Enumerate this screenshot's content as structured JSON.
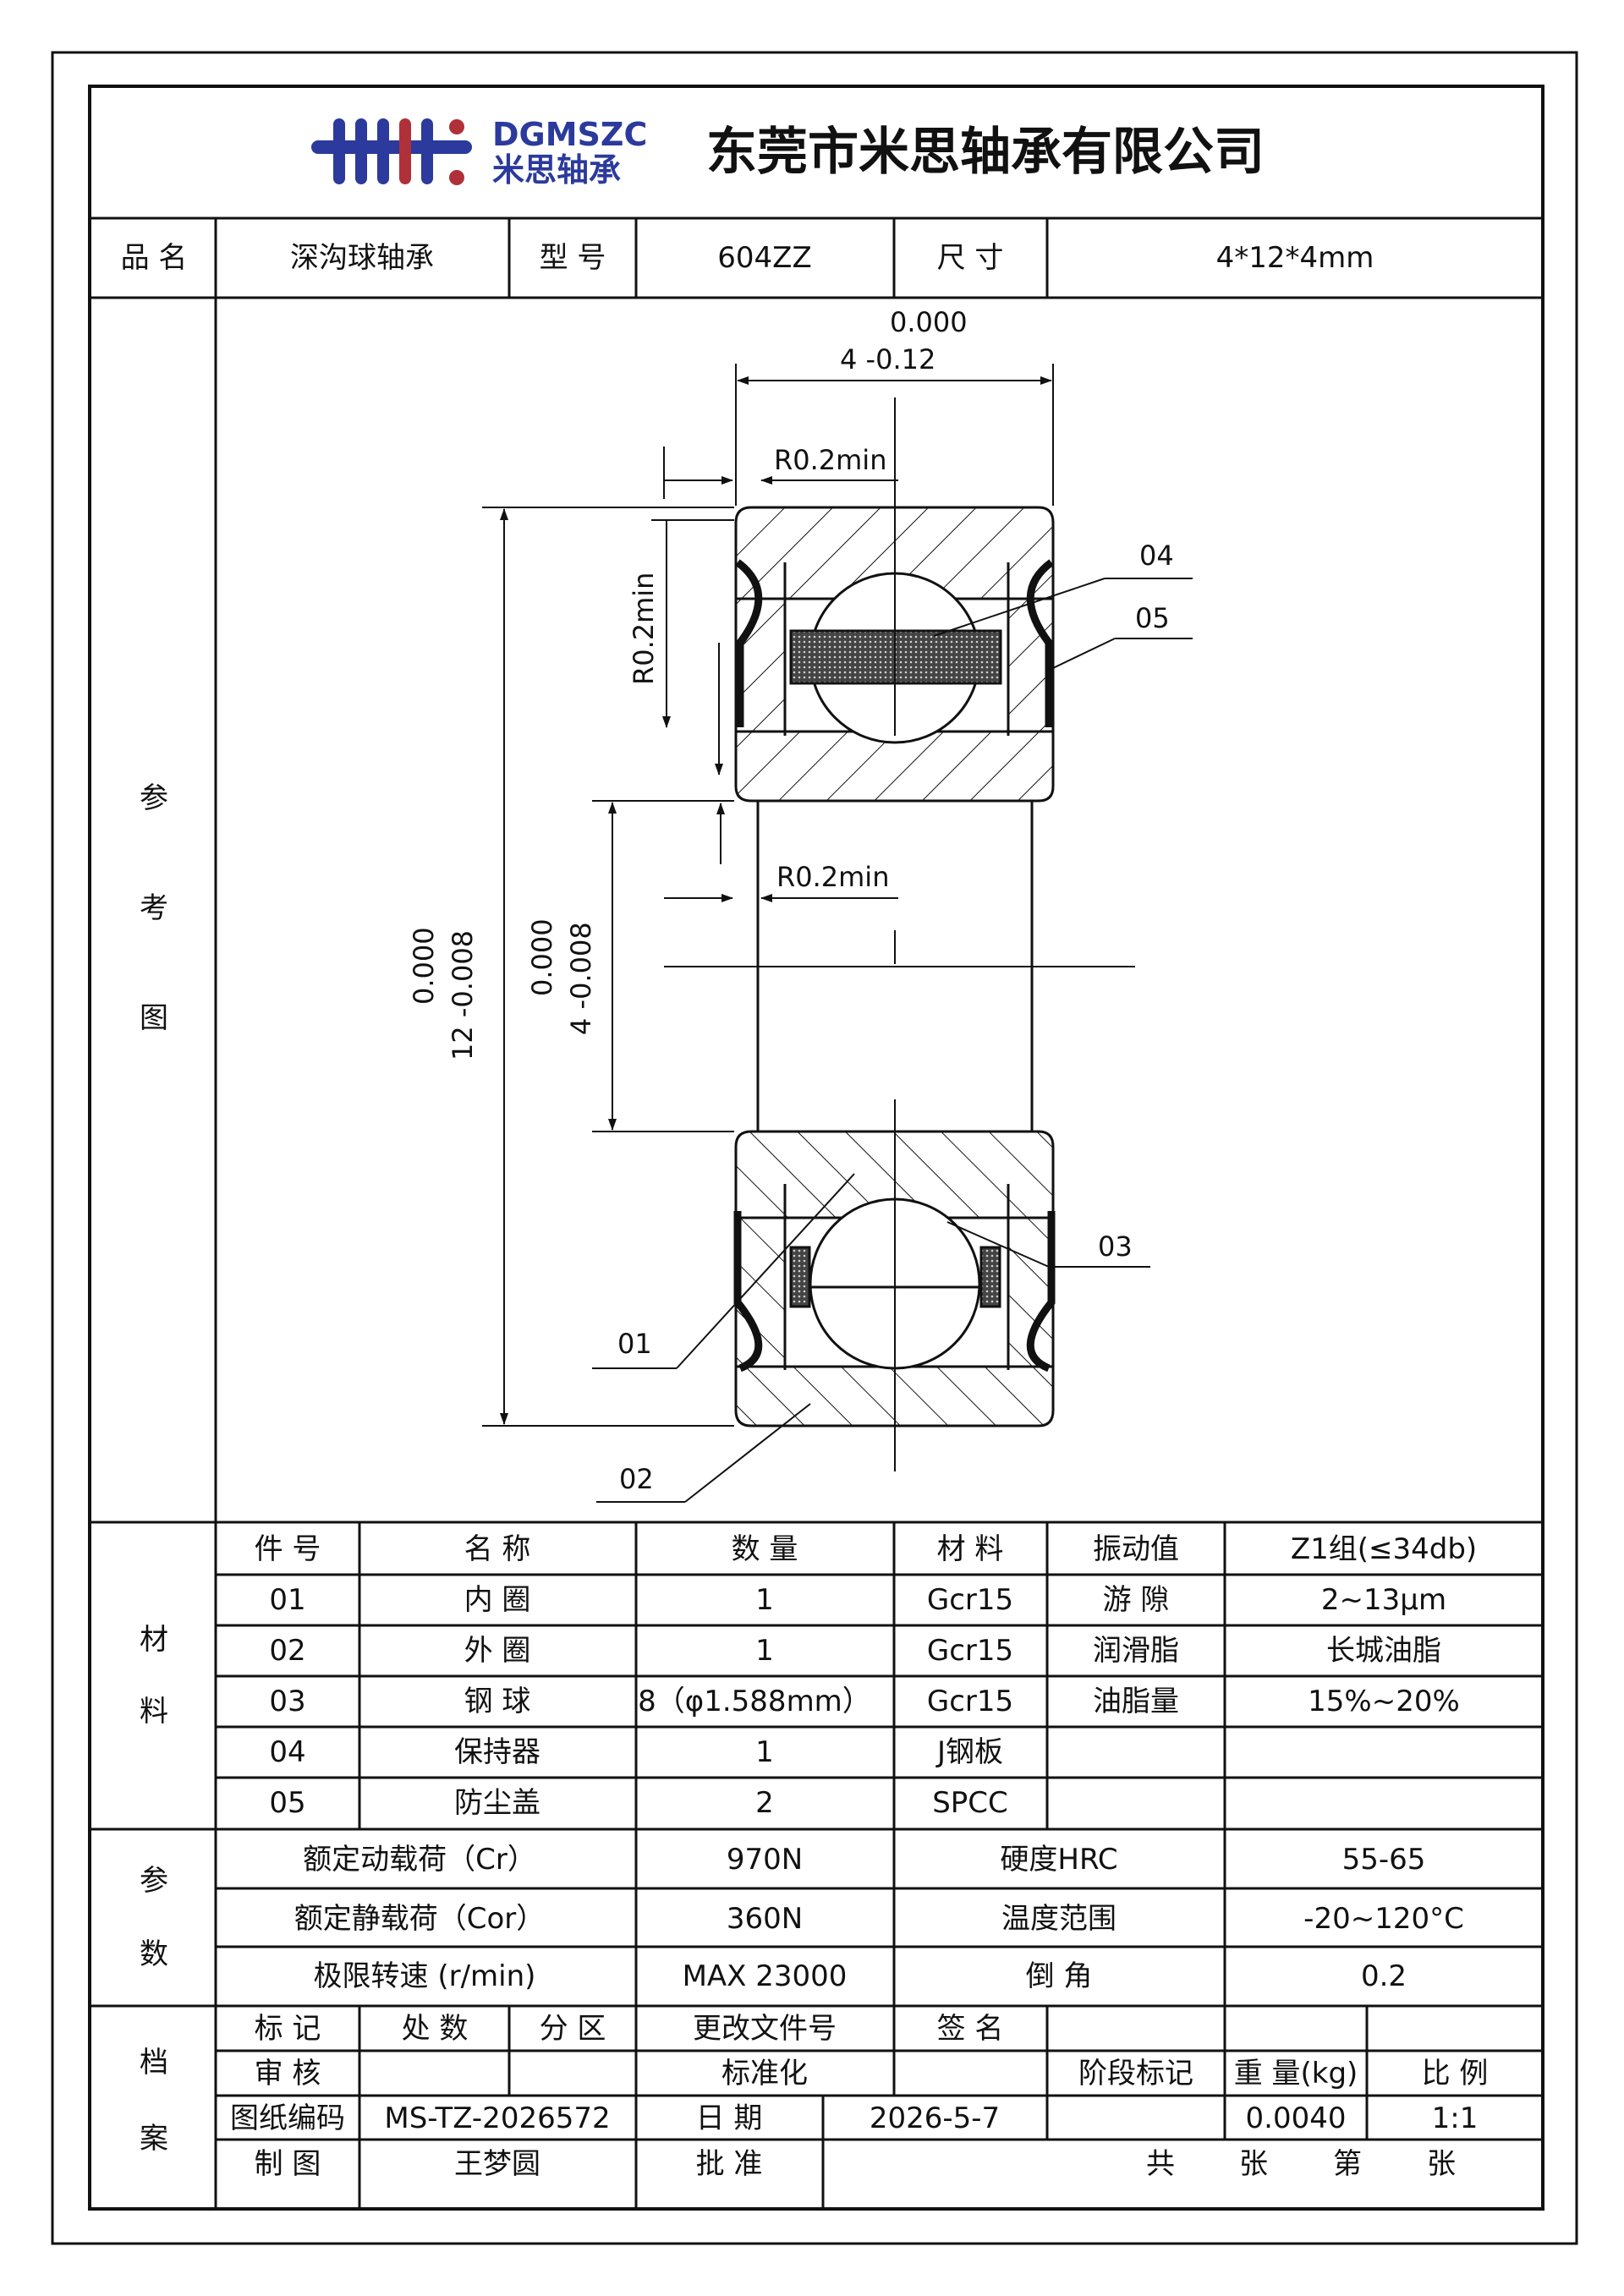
{
  "header": {
    "logo_en": "DGMSZC",
    "logo_cn": "米思轴承",
    "company": "东莞市米思轴承有限公司",
    "brand_colors": {
      "blue": "#2b3a9c",
      "red": "#b0303a"
    }
  },
  "info": {
    "name_label": "品 名",
    "name_value": "深沟球轴承",
    "model_label": "型 号",
    "model_value": "604ZZ",
    "size_label": "尺 寸",
    "size_value": "4*12*4mm"
  },
  "drawing": {
    "section_label": [
      "参",
      "考",
      "图"
    ],
    "width_tol_upper": "0.000",
    "width_dim": "4  -0.12",
    "chamfer_1": "R0.2min",
    "chamfer_2": "R0.2min",
    "chamfer_3": "R0.2min",
    "od_tol_upper": "0.000",
    "od_dim": "12 -0.008",
    "id_tol_upper": "0.000",
    "id_dim": "4 -0.008",
    "callouts": [
      "01",
      "02",
      "03",
      "04",
      "05"
    ]
  },
  "materials": {
    "section_label": [
      "材",
      "料"
    ],
    "headers": [
      "件 号",
      "名 称",
      "数 量",
      "材 料"
    ],
    "rows": [
      {
        "no": "01",
        "name": "内 圈",
        "qty": "1",
        "mat": "Gcr15"
      },
      {
        "no": "02",
        "name": "外 圈",
        "qty": "1",
        "mat": "Gcr15"
      },
      {
        "no": "03",
        "name": "钢 球",
        "qty": "8（φ1.588mm）",
        "mat": "Gcr15"
      },
      {
        "no": "04",
        "name": "保持器",
        "qty": "1",
        "mat": "J钢板"
      },
      {
        "no": "05",
        "name": "防尘盖",
        "qty": "2",
        "mat": "SPCC"
      }
    ],
    "props": [
      {
        "label": "振动值",
        "value": "Z1组(≤34db)"
      },
      {
        "label": "游 隙",
        "value": "2~13μm"
      },
      {
        "label": "润滑脂",
        "value": "长城油脂"
      },
      {
        "label": "油脂量",
        "value": "15%~20%"
      },
      {
        "label": "",
        "value": ""
      },
      {
        "label": "",
        "value": ""
      }
    ]
  },
  "params": {
    "section_label": [
      "参",
      "数"
    ],
    "rows": [
      {
        "label": "额定动载荷（Cr）",
        "value": "970N",
        "label2": "硬度HRC",
        "value2": "55-65"
      },
      {
        "label": "额定静载荷（Cor）",
        "value": "360N",
        "label2": "温度范围",
        "value2": "-20~120°C"
      },
      {
        "label": "极限转速 (r/min)",
        "value": "MAX 23000",
        "label2": "倒 角",
        "value2": "0.2"
      }
    ]
  },
  "archive": {
    "section_label": [
      "档",
      "案"
    ],
    "mark": "标 记",
    "count": "处 数",
    "zone": "分 区",
    "change_doc": "更改文件号",
    "sign": "签 名",
    "review": "审 核",
    "standard": "标准化",
    "stage": "阶段标记",
    "weight_label": "重 量(kg)",
    "scale_label": "比 例",
    "drawing_no_label": "图纸编码",
    "drawing_no": "MS-TZ-2026572",
    "date_label": "日 期",
    "date": "2026-5-7",
    "weight": "0.0040",
    "scale": "1:1",
    "drafter_label": "制 图",
    "drafter": "王梦圆",
    "approve": "批 准",
    "total": "共",
    "sheets1": "张",
    "nth": "第",
    "sheets2": "张"
  }
}
